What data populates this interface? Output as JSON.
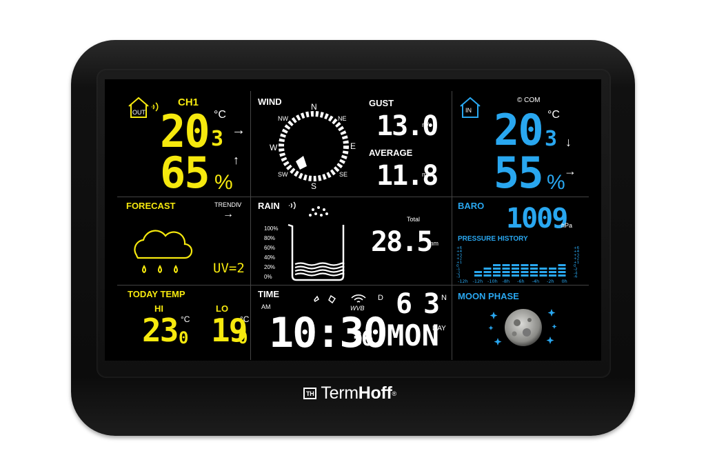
{
  "colors": {
    "yellow": "#f6e90e",
    "blue": "#29a7f0",
    "white": "#ffffff"
  },
  "brand": {
    "logo": "TH",
    "name_a": "Term",
    "name_b": "Hoff",
    "mark": "®"
  },
  "outdoor": {
    "badge": "OUT",
    "channel": "CH1",
    "temp": "20",
    "temp_dec": "3",
    "temp_unit": "°C",
    "humidity": "65",
    "humidity_unit": "%",
    "temp_trend": "→",
    "humidity_trend": "↑"
  },
  "wind": {
    "title": "WIND",
    "dirs": {
      "n": "N",
      "ne": "NE",
      "e": "E",
      "se": "SE",
      "s": "S",
      "sw": "SW",
      "w": "W",
      "nw": "NW"
    },
    "gust_label": "GUST",
    "gust_value": "13.0",
    "average_label": "AVERAGE",
    "average_value": "11.8",
    "unit": "m/s"
  },
  "indoor": {
    "badge": "IN",
    "com": "© COM",
    "temp": "20",
    "temp_dec": "3",
    "temp_unit": "°C",
    "humidity": "55",
    "humidity_unit": "%",
    "temp_trend": "↓",
    "humidity_trend": "→"
  },
  "forecast": {
    "title": "FORECAST",
    "trend_label": "TRENDⅣ",
    "trend_arrow": "→",
    "uv": "UV=2"
  },
  "rain": {
    "title": "RAIN",
    "scale": [
      "100%",
      "80%",
      "60%",
      "40%",
      "20%",
      "0%"
    ],
    "total_label": "Total",
    "total_value": "28.5",
    "unit": "mm",
    "fill_fraction": 0.28
  },
  "baro": {
    "title": "BARO",
    "value": "1009",
    "unit": "hPa",
    "history_title": "PRESSURE HISTORY",
    "hours": [
      "-12h",
      "-12h",
      "-10h",
      "-8h",
      "-6h",
      "-4h",
      "-2h",
      "0h"
    ],
    "scale_left": [
      "+6",
      "+4",
      "+3",
      "+2",
      "+1",
      "0",
      "-1",
      "-2",
      "-3"
    ],
    "scale_right": [
      "+6",
      "+4",
      "+3",
      "+2",
      "+1",
      "0",
      "-2",
      "-4",
      "-6"
    ],
    "bars": [
      2,
      3,
      4,
      4,
      4,
      4,
      4,
      3,
      3,
      4
    ]
  },
  "today": {
    "title": "TODAY TEMP",
    "hi_label": "HI",
    "hi": "23",
    "hi_dec": "0",
    "lo_label": "LO",
    "lo": "19",
    "lo_dec": "0",
    "unit": "°C"
  },
  "time": {
    "title": "TIME",
    "ampm": "AM",
    "wwvb": "WVB",
    "hm": "10:30",
    "sec": "36",
    "d_label": "D",
    "day": "6",
    "month": "3",
    "n_label": "N",
    "weekday": "MON",
    "day_label": "DAY"
  },
  "moon": {
    "title": "MOON PHASE"
  }
}
